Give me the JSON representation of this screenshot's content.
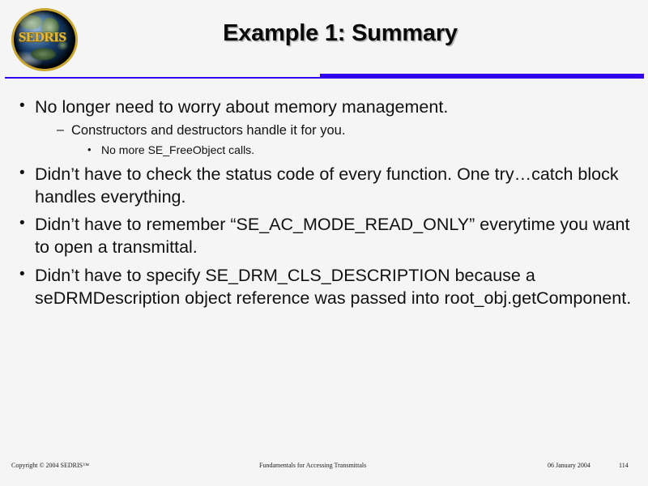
{
  "header": {
    "logo_text": "SEDRIS",
    "logo_name": "sedris-globe-logo",
    "title": "Example 1: Summary",
    "rule_color": "#3300ee"
  },
  "content": {
    "bullets": [
      {
        "level": 1,
        "marker": "•",
        "text": "No longer need to worry about memory management."
      },
      {
        "level": 2,
        "marker": "–",
        "text": "Constructors and destructors handle it for you."
      },
      {
        "level": 3,
        "marker": "•",
        "text": "No more SE_FreeObject calls."
      },
      {
        "level": 1,
        "marker": "•",
        "text": "Didn’t have to check the status code of every function.   One try…catch block handles everything."
      },
      {
        "level": 1,
        "marker": "•",
        "text": "Didn’t have to remember “SE_AC_MODE_READ_ONLY” everytime you want to open a transmittal."
      },
      {
        "level": 1,
        "marker": "•",
        "text": "Didn’t have to specify SE_DRM_CLS_DESCRIPTION because a seDRMDescription object reference was passed into root_obj.getComponent."
      }
    ]
  },
  "footer": {
    "copyright": "Copyright © 2004 SEDRIS™",
    "center": "Fundamentals for Accessing Transmittals",
    "date": "06 January 2004",
    "page": "114"
  }
}
